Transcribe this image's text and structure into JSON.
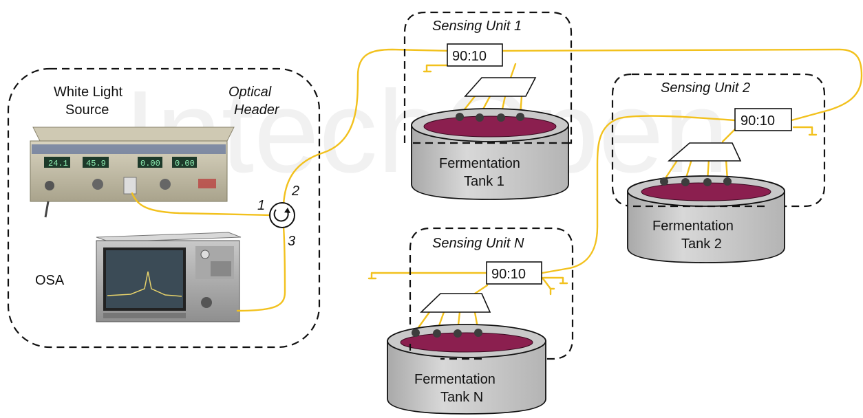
{
  "header": {
    "source_label_1": "White Light",
    "source_label_2": "Source",
    "header_label_1": "Optical",
    "header_label_2": "Header",
    "osa_label": "OSA"
  },
  "circulator_ports": [
    "1",
    "2",
    "3"
  ],
  "source_display": [
    "24.1",
    "45.9",
    "0.00",
    "0.00"
  ],
  "sensing_units": [
    {
      "title": "Sensing Unit 1",
      "coupler": "90:10",
      "tank_line1": "Fermentation",
      "tank_line2": "Tank 1"
    },
    {
      "title": "Sensing Unit 2",
      "coupler": "90:10",
      "tank_line1": "Fermentation",
      "tank_line2": "Tank 2"
    },
    {
      "title": "Sensing Unit N",
      "coupler": "90:10",
      "tank_line1": "Fermentation",
      "tank_line2": "Tank N"
    }
  ],
  "colors": {
    "fiber": "#f2c11d",
    "tank_body": "#cfcfcf",
    "liquid": "#8b1f4f",
    "instrument": "#b9b3a0"
  }
}
